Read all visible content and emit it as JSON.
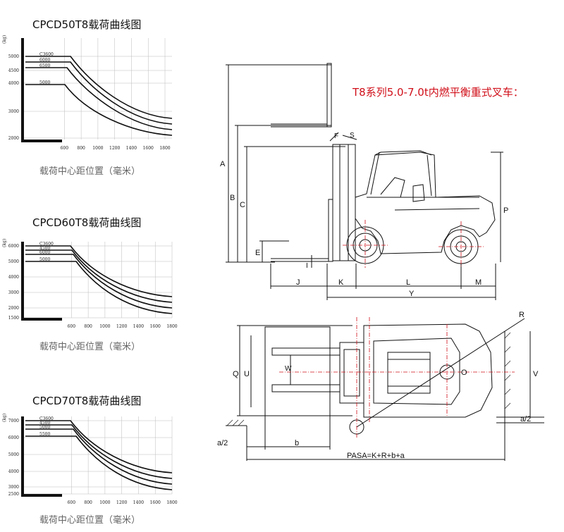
{
  "chart_data": [
    {
      "type": "line",
      "title": "CPCD50T8载荷曲线图",
      "xlabel": "载荷中心距位置（毫米）",
      "x_ticks": [
        "600",
        "800",
        "1000",
        "1200",
        "1400",
        "1600",
        "1800"
      ],
      "y_unit": "(kg)",
      "y_ticks": [
        "5000",
        "4500",
        "4000",
        "3000",
        "2000"
      ],
      "series_labels": [
        "C3600",
        "6000",
        "6500",
        "5000"
      ],
      "xlim": [
        0,
        1800
      ],
      "ylim": [
        1800,
        5500
      ]
    },
    {
      "type": "line",
      "title": "CPCD60T8载荷曲线图",
      "xlabel": "载荷中心距位置（毫米）",
      "x_ticks": [
        "600",
        "800",
        "1000",
        "1200",
        "1400",
        "1600",
        "1800"
      ],
      "y_unit": "(kg)",
      "y_ticks": [
        "6000",
        "5000",
        "4000",
        "3000",
        "2000",
        "1500"
      ],
      "series_labels": [
        "C3600",
        "4500",
        "6000",
        "5000"
      ],
      "xlim": [
        0,
        1800
      ],
      "ylim": [
        1400,
        6300
      ]
    },
    {
      "type": "line",
      "title": "CPCD70T8载荷曲线图",
      "xlabel": "载荷中心距位置（毫米）",
      "x_ticks": [
        "600",
        "800",
        "1000",
        "1200",
        "1400",
        "1600",
        "1800"
      ],
      "y_unit": "(kg)",
      "y_ticks": [
        "7000",
        "6000",
        "5000",
        "4000",
        "3000",
        "2500"
      ],
      "series_labels": [
        "C3600",
        "4500",
        "5000",
        "5500"
      ],
      "xlim": [
        0,
        1800
      ],
      "ylim": [
        2400,
        7300
      ]
    }
  ],
  "diagram": {
    "title": "T8系列5.0-7.0t内燃平衡重式叉车：",
    "side_labels": [
      "A",
      "B",
      "C",
      "E",
      "F",
      "S",
      "I",
      "J",
      "K",
      "L",
      "M",
      "Y",
      "P"
    ],
    "top_labels": [
      "Q",
      "U",
      "W",
      "O",
      "V",
      "R",
      "a/2",
      "a/2",
      "b"
    ],
    "formula": "PASA=K+R+b+a"
  }
}
